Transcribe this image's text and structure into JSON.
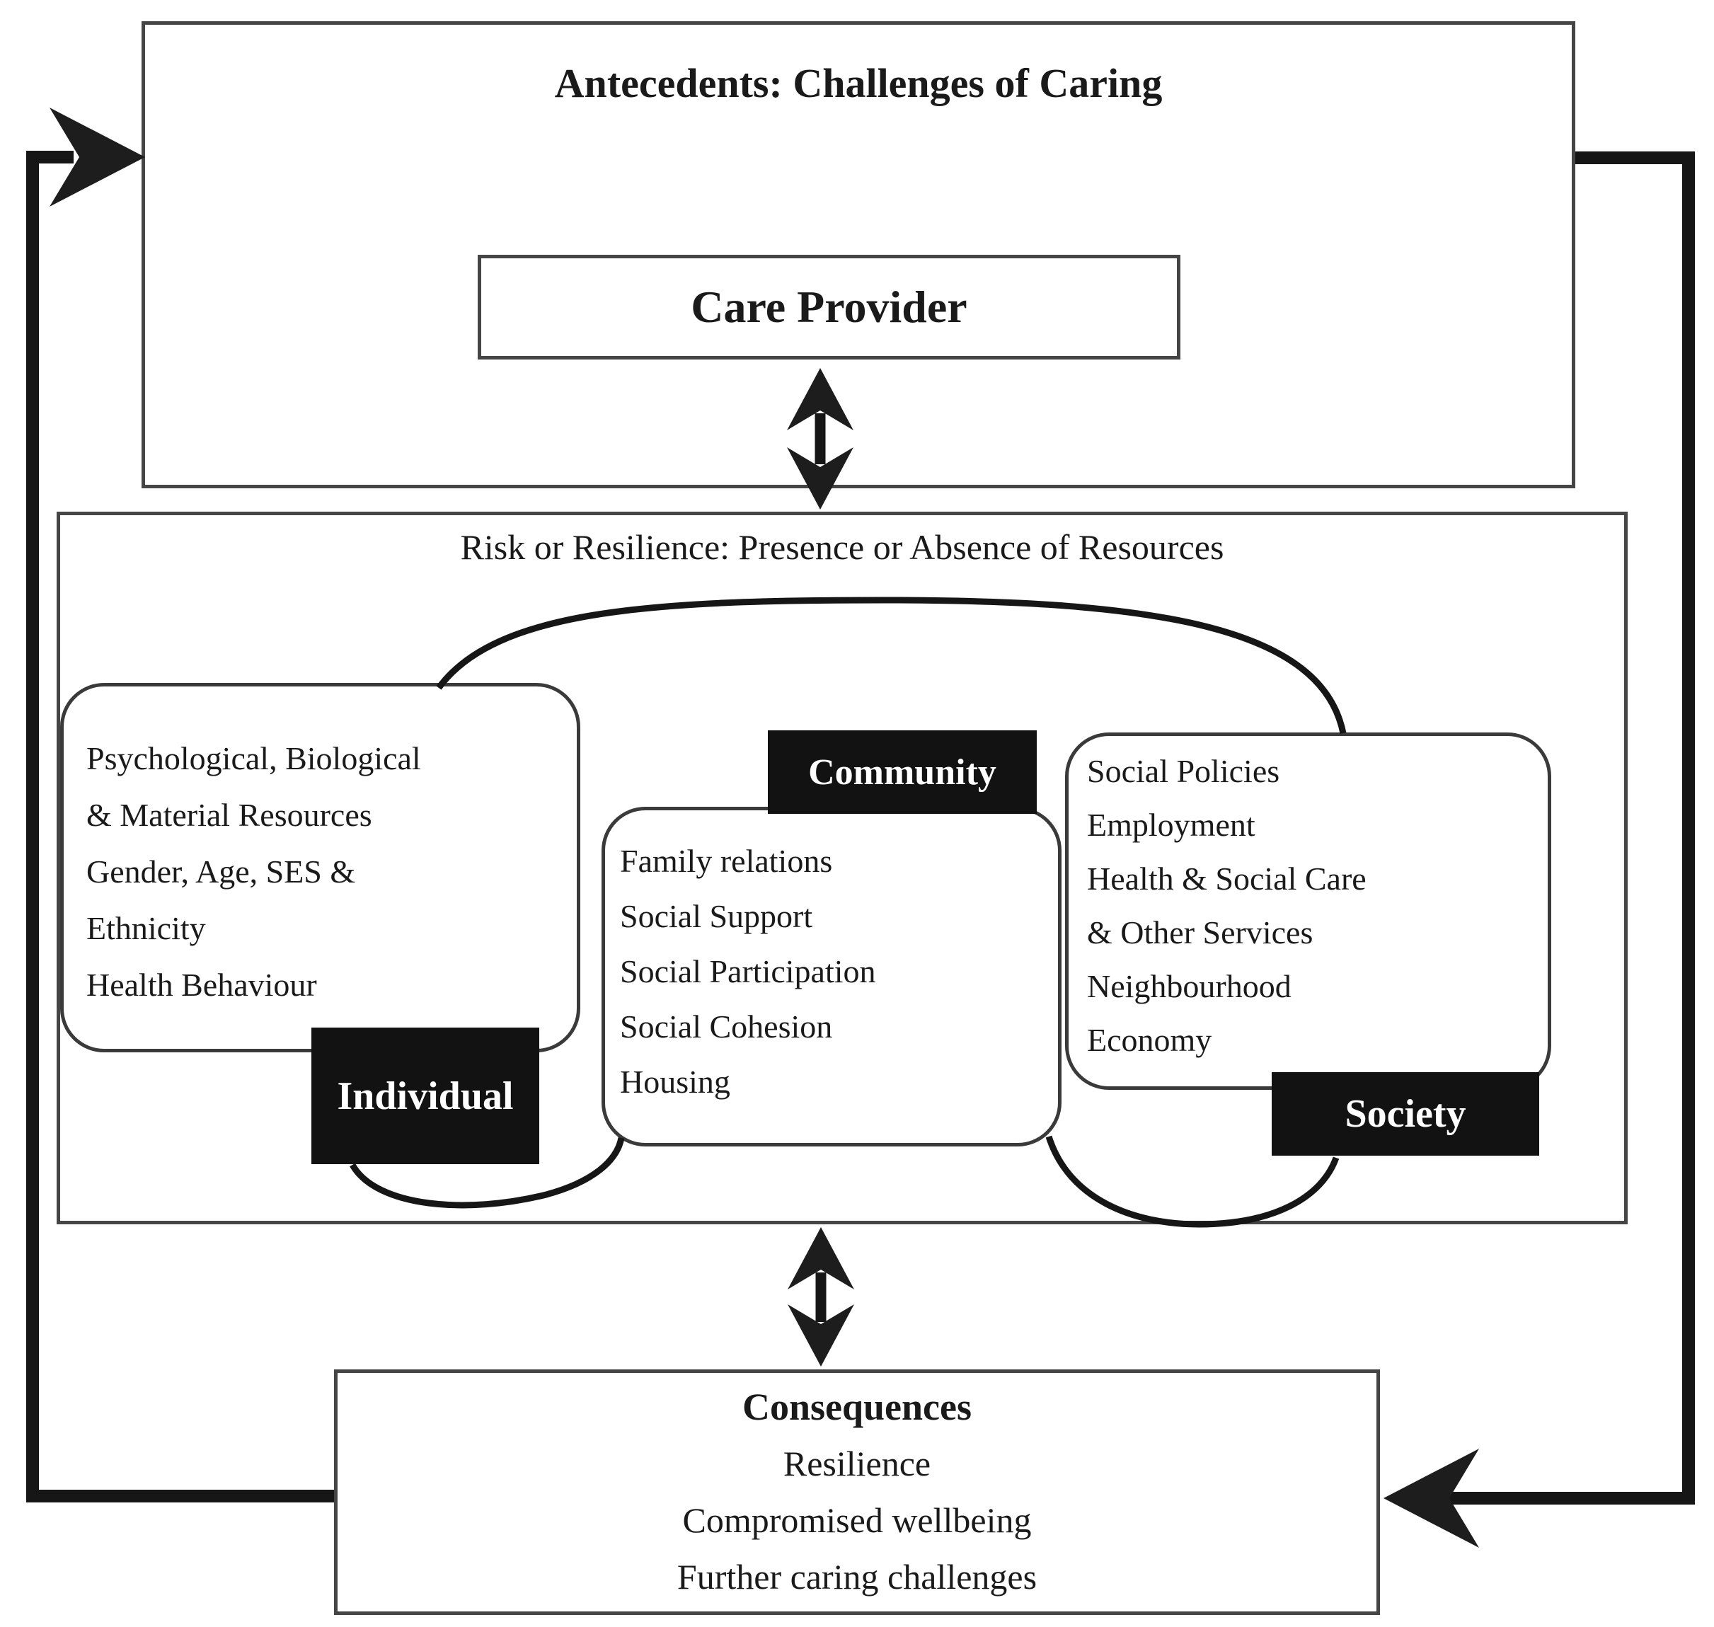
{
  "diagram": {
    "antecedents": {
      "title": "Antecedents: Challenges of Caring",
      "care_provider": "Care Provider"
    },
    "resources": {
      "title": "Risk or Resilience: Presence or Absence of Resources",
      "individual": {
        "label": "Individual",
        "items": [
          "Psychological, Biological",
          "& Material Resources",
          "Gender, Age, SES &",
          "Ethnicity",
          "Health Behaviour"
        ]
      },
      "community": {
        "label": "Community",
        "items": [
          "Family relations",
          "Social Support",
          "Social Participation",
          "Social Cohesion",
          "Housing"
        ]
      },
      "society": {
        "label": "Society",
        "items": [
          "Social Policies",
          "Employment",
          "Health & Social Care",
          "& Other Services",
          "Neighbourhood",
          "Economy"
        ]
      }
    },
    "consequences": {
      "title": "Consequences",
      "items": [
        "Resilience",
        "Compromised wellbeing",
        "Further caring challenges"
      ]
    },
    "colors": {
      "ink": "#1a1a1a",
      "border": "#454545",
      "label_bg": "#121212",
      "label_text": "#ffffff",
      "background": "#ffffff"
    }
  }
}
